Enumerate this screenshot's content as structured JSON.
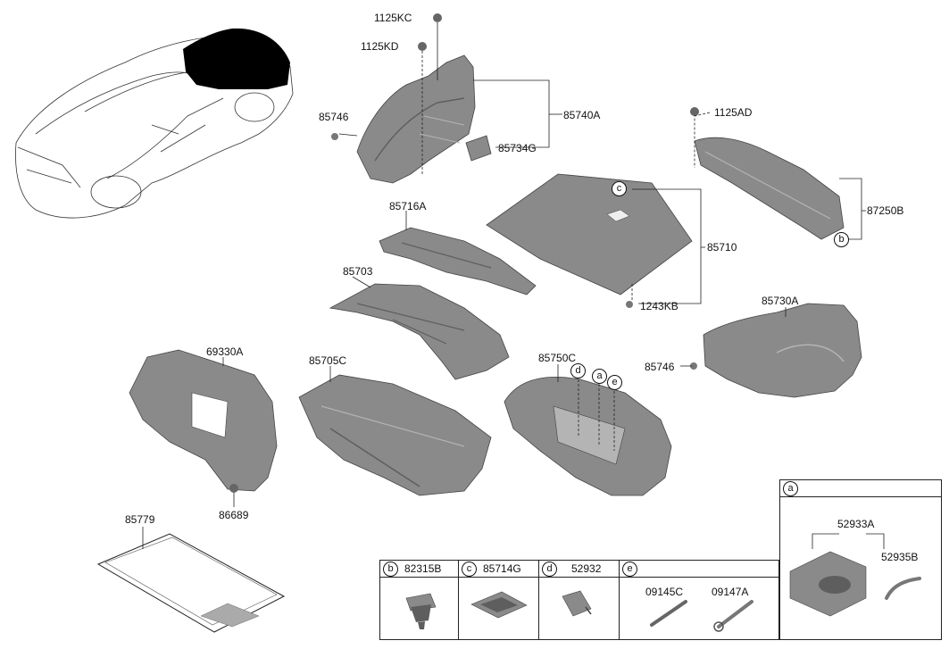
{
  "labels": {
    "p_1125KC": "1125KC",
    "p_1125KD": "1125KD",
    "p_85746_top": "85746",
    "p_85740A": "85740A",
    "p_85734G": "85734G",
    "p_1125AD": "1125AD",
    "p_87250B": "87250B",
    "p_85716A": "85716A",
    "p_85710": "85710",
    "p_85703": "85703",
    "p_1243KB": "1243KB",
    "p_85730A": "85730A",
    "p_85746_right": "85746",
    "p_69330A": "69330A",
    "p_85705C": "85705C",
    "p_85750C": "85750C",
    "p_86689": "86689",
    "p_85779": "85779",
    "p_52933A": "52933A",
    "p_52935B": "52935B"
  },
  "callouts": {
    "c_top": "c",
    "b_right": "b",
    "d_tray": "d",
    "a_tray": "a",
    "e_tray": "e"
  },
  "legend": {
    "b": {
      "letter": "b",
      "part": "82315B"
    },
    "c": {
      "letter": "c",
      "part": "85714G"
    },
    "d": {
      "letter": "d",
      "part": "52932"
    },
    "e": {
      "letter": "e",
      "parts": [
        "09145C",
        "09147A"
      ]
    },
    "a": {
      "letter": "a"
    }
  },
  "colors": {
    "part_fill": "#8a8a8a",
    "part_dark": "#5e5e5e",
    "part_light": "#b4b4b4",
    "line": "#222222"
  }
}
